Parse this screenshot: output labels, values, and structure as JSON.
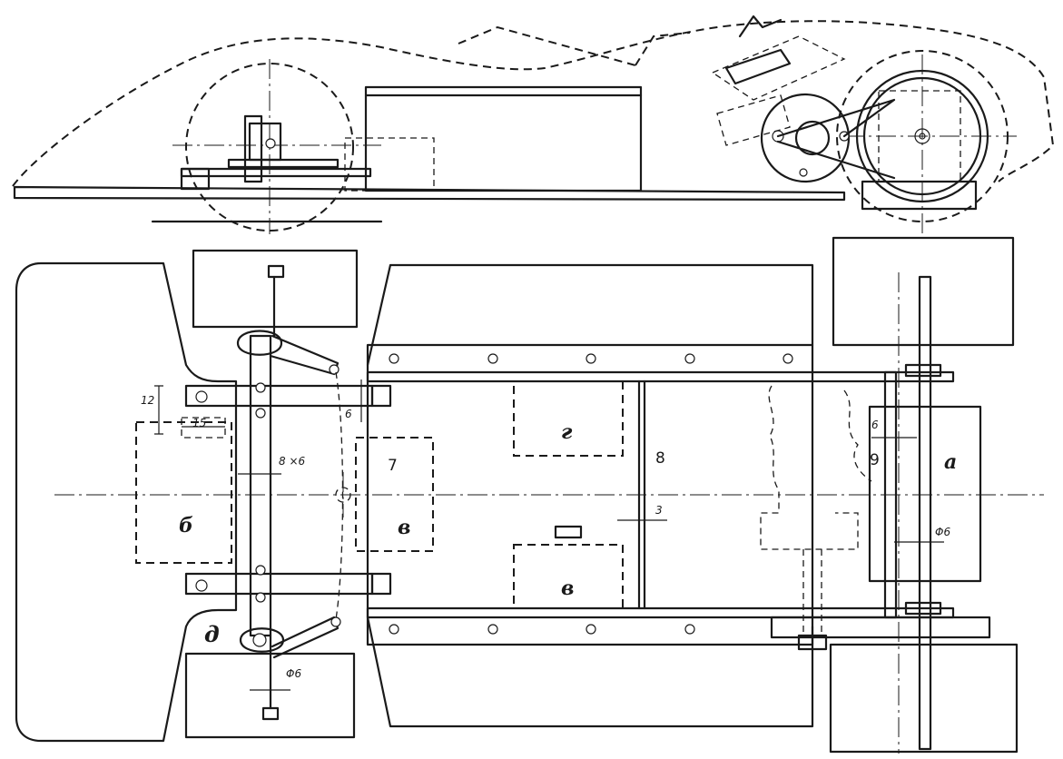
{
  "labels": {
    "a": "а",
    "b": "б",
    "v1": "в",
    "v2": "в",
    "g": "г",
    "d": "д",
    "n7": "7",
    "n8": "8",
    "n9": "9"
  },
  "dimensions": {
    "d12": "12",
    "d15": "15",
    "d8x6": "8 ×6",
    "d6_left": "6",
    "d6_right": "6",
    "d3": "3",
    "phi6_right": "Φ6",
    "phi6_bottom": "Φ6"
  }
}
